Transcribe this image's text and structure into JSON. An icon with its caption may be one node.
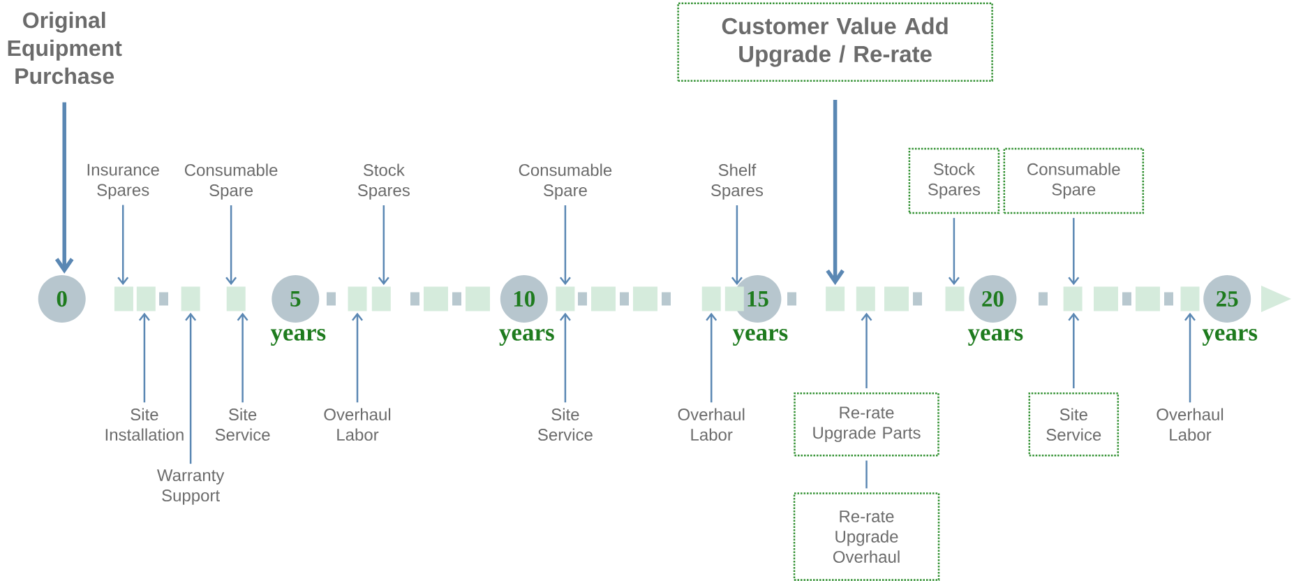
{
  "diagram": {
    "nodes": [
      {
        "text": [
          "Original Equipment Purchase"
        ]
      },
      {
        "text": [
          "Customer Value Add Upgrade / Re-rate"
        ]
      },
      {
        "text": [
          "Insurance Spares"
        ]
      },
      {
        "text": [
          "Consumable Spare"
        ]
      },
      {
        "text": [
          "Stock Spares"
        ]
      },
      {
        "text": [
          "Consumable Spare"
        ]
      },
      {
        "text": [
          "Shelf Spares"
        ]
      },
      {
        "text": [
          "Stock Spares"
        ]
      },
      {
        "text": [
          "Consumable Spare"
        ]
      },
      {
        "text": [
          "0"
        ]
      },
      {
        "text": [
          "5"
        ],
        "beside": [
          "years"
        ]
      },
      {
        "text": [
          "10"
        ],
        "beside": [
          "years"
        ]
      },
      {
        "text": [
          "15"
        ],
        "beside": [
          "years"
        ]
      },
      {
        "text": [
          "20"
        ],
        "beside": [
          "years"
        ]
      },
      {
        "text": [
          "25"
        ],
        "beside": [
          "years"
        ]
      },
      {
        "text": [
          "Site Installation"
        ]
      },
      {
        "text": [
          "Warranty Support"
        ]
      },
      {
        "text": [
          "Site Service"
        ]
      },
      {
        "text": [
          "Overhaul Labor"
        ]
      },
      {
        "text": [
          "Site Service"
        ]
      },
      {
        "text": [
          "Overhaul Labor"
        ]
      },
      {
        "text": [
          "Re-rate Upgrade Parts"
        ]
      },
      {
        "text": [
          "Site Service"
        ]
      },
      {
        "text": [
          "Overhaul Labor"
        ]
      },
      {
        "text": [
          "Re-rate Upgrade Overhaul"
        ]
      },
      {
        "text": [],
        "shape": "box"
      },
      {
        "text": [],
        "shape": "box"
      },
      {
        "text": [],
        "shape": "box"
      },
      {
        "text": [],
        "shape": "box"
      },
      {
        "text": [],
        "shape": "box"
      },
      {
        "text": [],
        "shape": "box"
      },
      {
        "text": [],
        "shape": "box"
      },
      {
        "text": [],
        "shape": "box"
      },
      {
        "text": [],
        "shape": "box"
      },
      {
        "text": [],
        "shape": "box"
      },
      {
        "text": [],
        "shape": "box"
      },
      {
        "text": [],
        "shape": "box"
      },
      {
        "text": [],
        "shape": "box"
      },
      {
        "text": [],
        "shape": "box"
      }
    ],
    "edges": [
      {
        "from": 0,
        "to": 9,
        "arrow": "to",
        "style": "thick"
      },
      {
        "from": 1,
        "to": 34,
        "arrow": "to",
        "style": "thick"
      },
      {
        "from": 2,
        "to": 25,
        "arrow": "to"
      },
      {
        "from": 3,
        "to": 28,
        "arrow": "to"
      },
      {
        "from": 4,
        "to": 30,
        "arrow": "to"
      },
      {
        "from": 5,
        "to": 31,
        "arrow": "to"
      },
      {
        "from": 6,
        "to": 33,
        "arrow": "to"
      },
      {
        "from": 7,
        "to": 36,
        "arrow": "to"
      },
      {
        "from": 8,
        "to": 37,
        "arrow": "to"
      },
      {
        "from": 15,
        "to": 26,
        "arrow": "to"
      },
      {
        "from": 16,
        "to": 27,
        "arrow": "to"
      },
      {
        "from": 17,
        "to": 28,
        "arrow": "to"
      },
      {
        "from": 18,
        "to": 29,
        "arrow": "to"
      },
      {
        "from": 19,
        "to": 31,
        "arrow": "to"
      },
      {
        "from": 20,
        "to": 32,
        "arrow": "to"
      },
      {
        "from": 21,
        "to": 35,
        "arrow": "to"
      },
      {
        "from": 22,
        "to": 37,
        "arrow": "to"
      },
      {
        "from": 23,
        "to": 38,
        "arrow": "to"
      },
      {
        "from": 24,
        "to": 21,
        "arrow": "none"
      }
    ]
  }
}
